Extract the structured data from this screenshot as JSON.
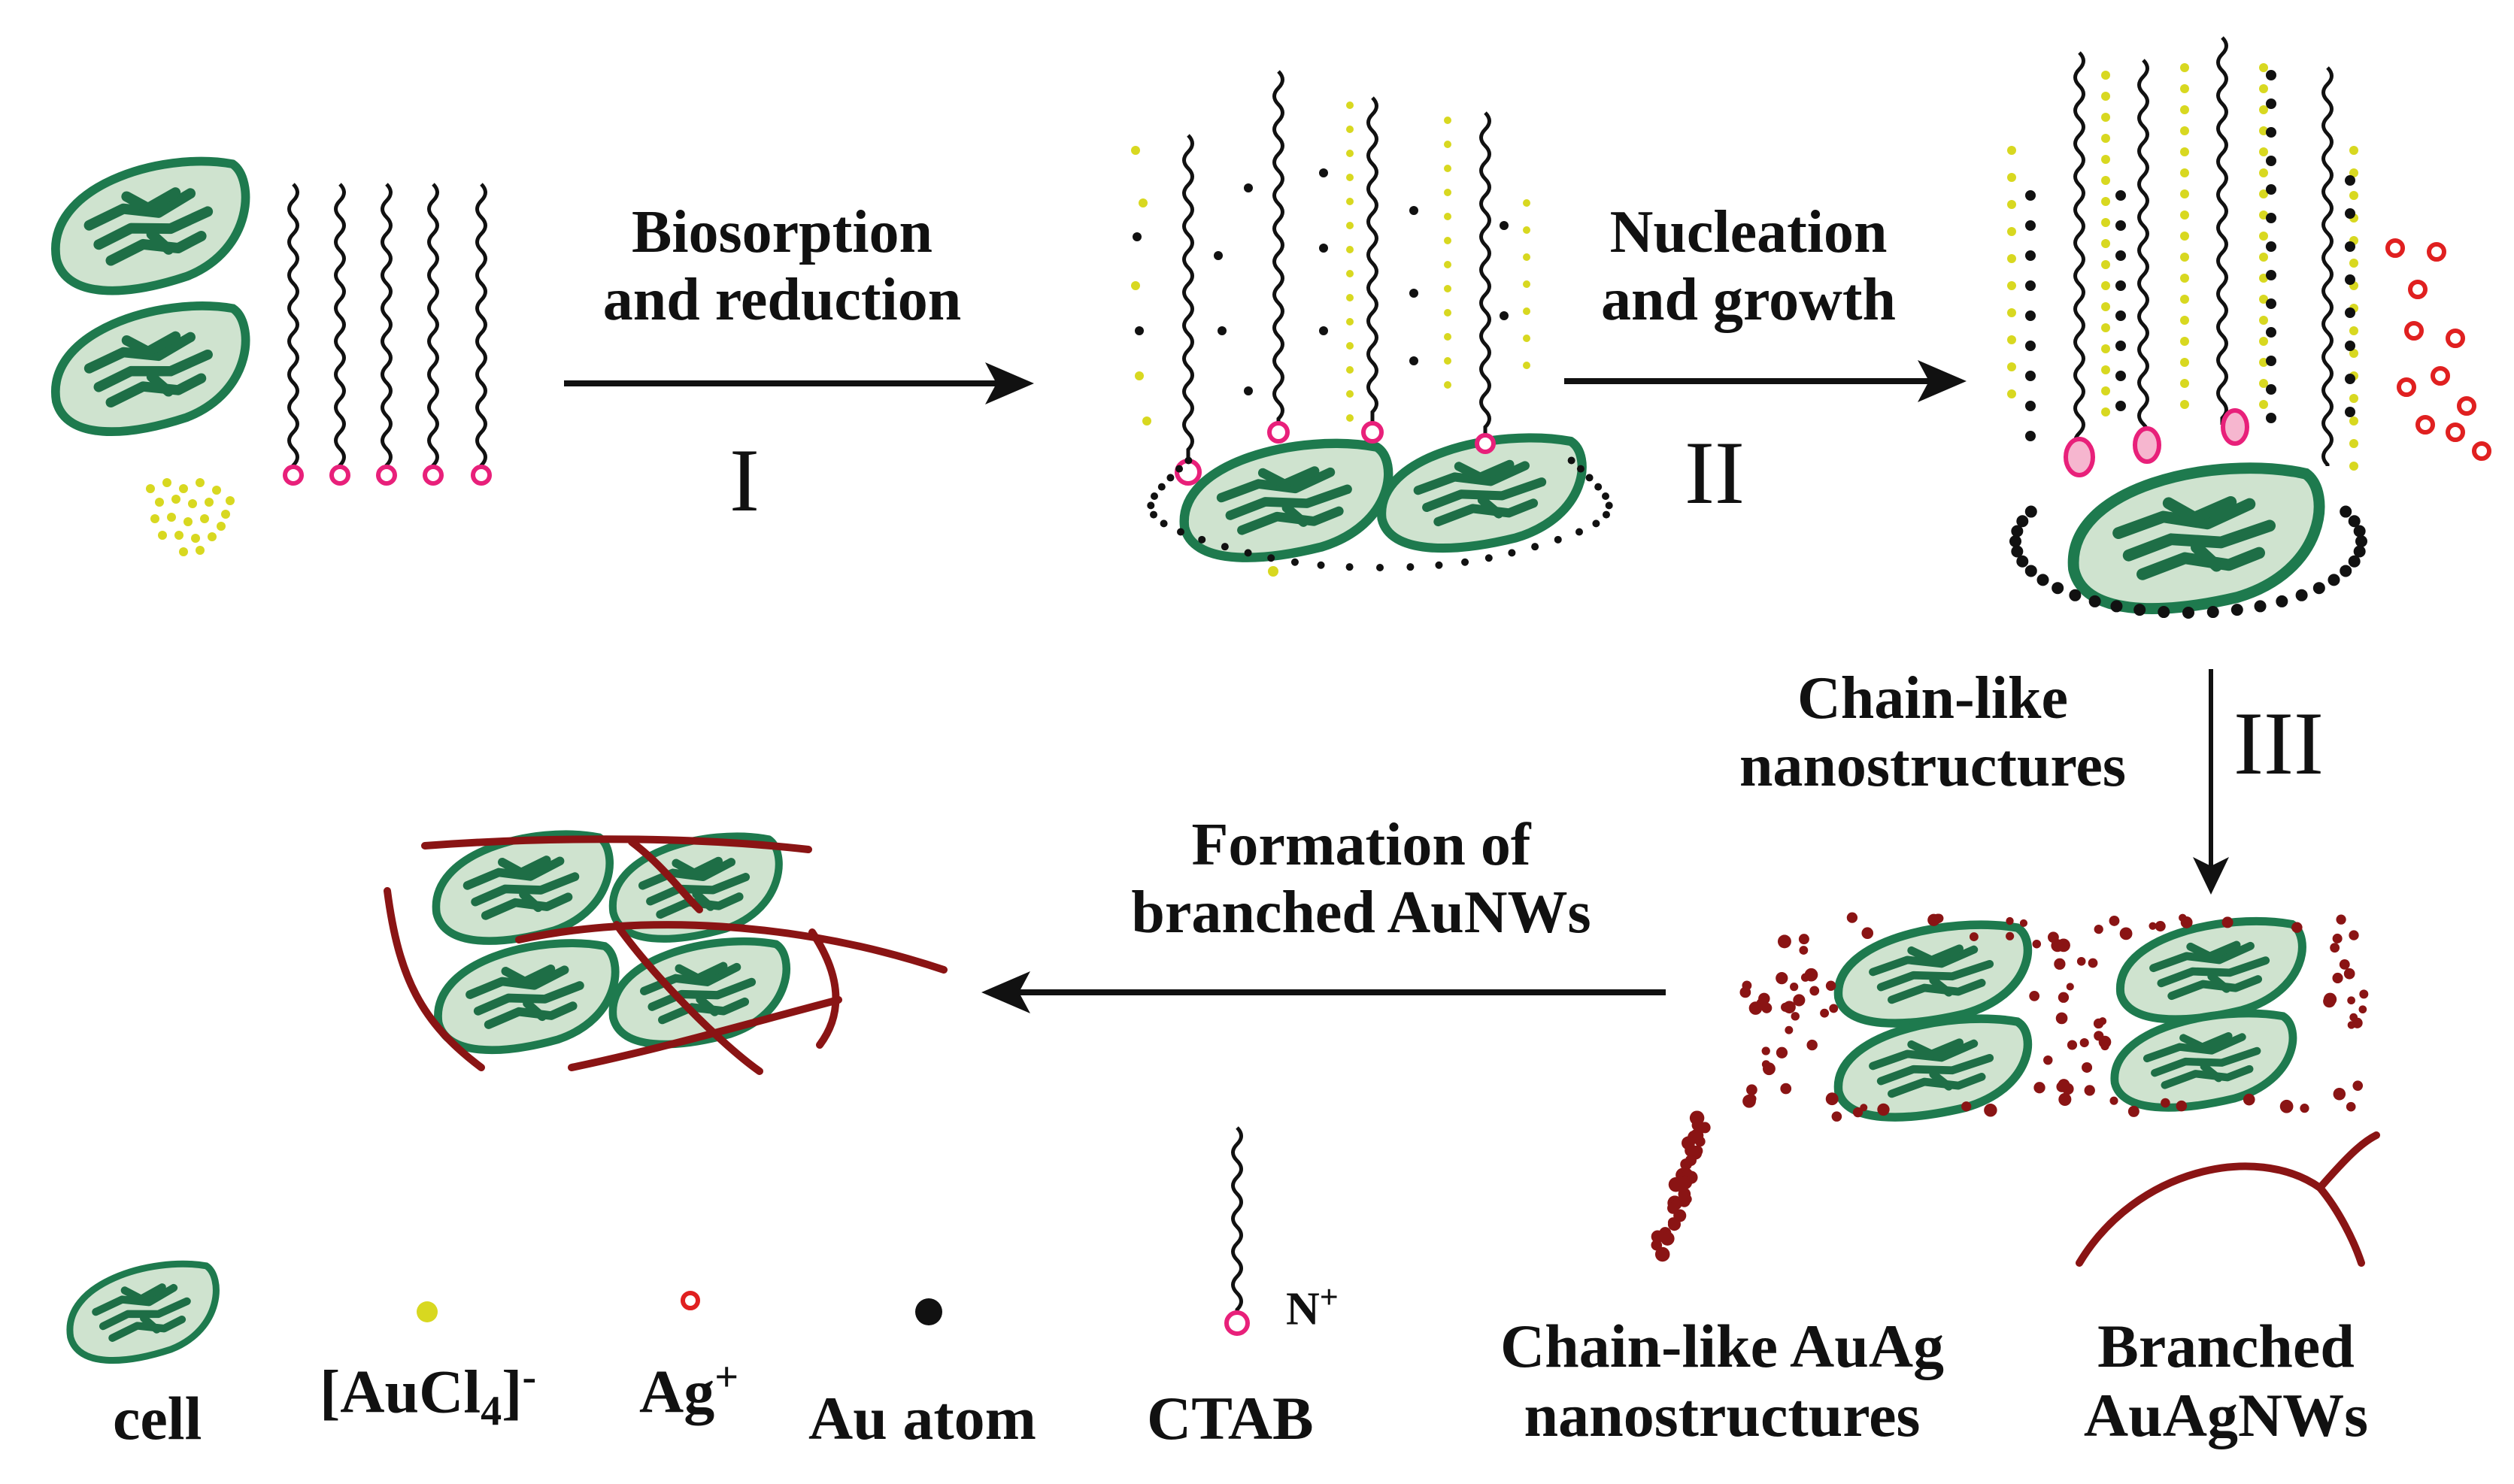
{
  "steps": {
    "s1": {
      "line1": "Biosorption",
      "line2": "and reduction",
      "roman": "I"
    },
    "s2": {
      "line1": "Nucleation",
      "line2": "and growth",
      "roman": "II"
    },
    "s3": {
      "line1": "Chain-like",
      "line2": "nanostructures",
      "roman": "III"
    },
    "s4": {
      "line1": "Formation of",
      "line2": "branched AuNWs"
    }
  },
  "legend": {
    "cell": "cell",
    "aucl4_base": "[AuCl",
    "aucl4_sub": "4",
    "aucl4_close": "]",
    "aucl4_sup": "-",
    "ag_base": "Ag",
    "ag_sup": "+",
    "au_atom": "Au atom",
    "ctab": "CTAB",
    "n_base": "N",
    "n_sup": "+",
    "chain_line1": "Chain-like AuAg",
    "chain_line2": "nanostructures",
    "branched_line1": "Branched",
    "branched_line2": "AuAgNWs"
  },
  "colors": {
    "cell_fill": "#cfe3cf",
    "cell_stroke": "#1e7a4e",
    "organelle": "#1e6e46",
    "ctab_head": "#e8207a",
    "gold_ion": "#d8d820",
    "silver_ion": "#e02020",
    "au_atom": "#111111",
    "auag": "#8a1414",
    "text": "#111111"
  }
}
